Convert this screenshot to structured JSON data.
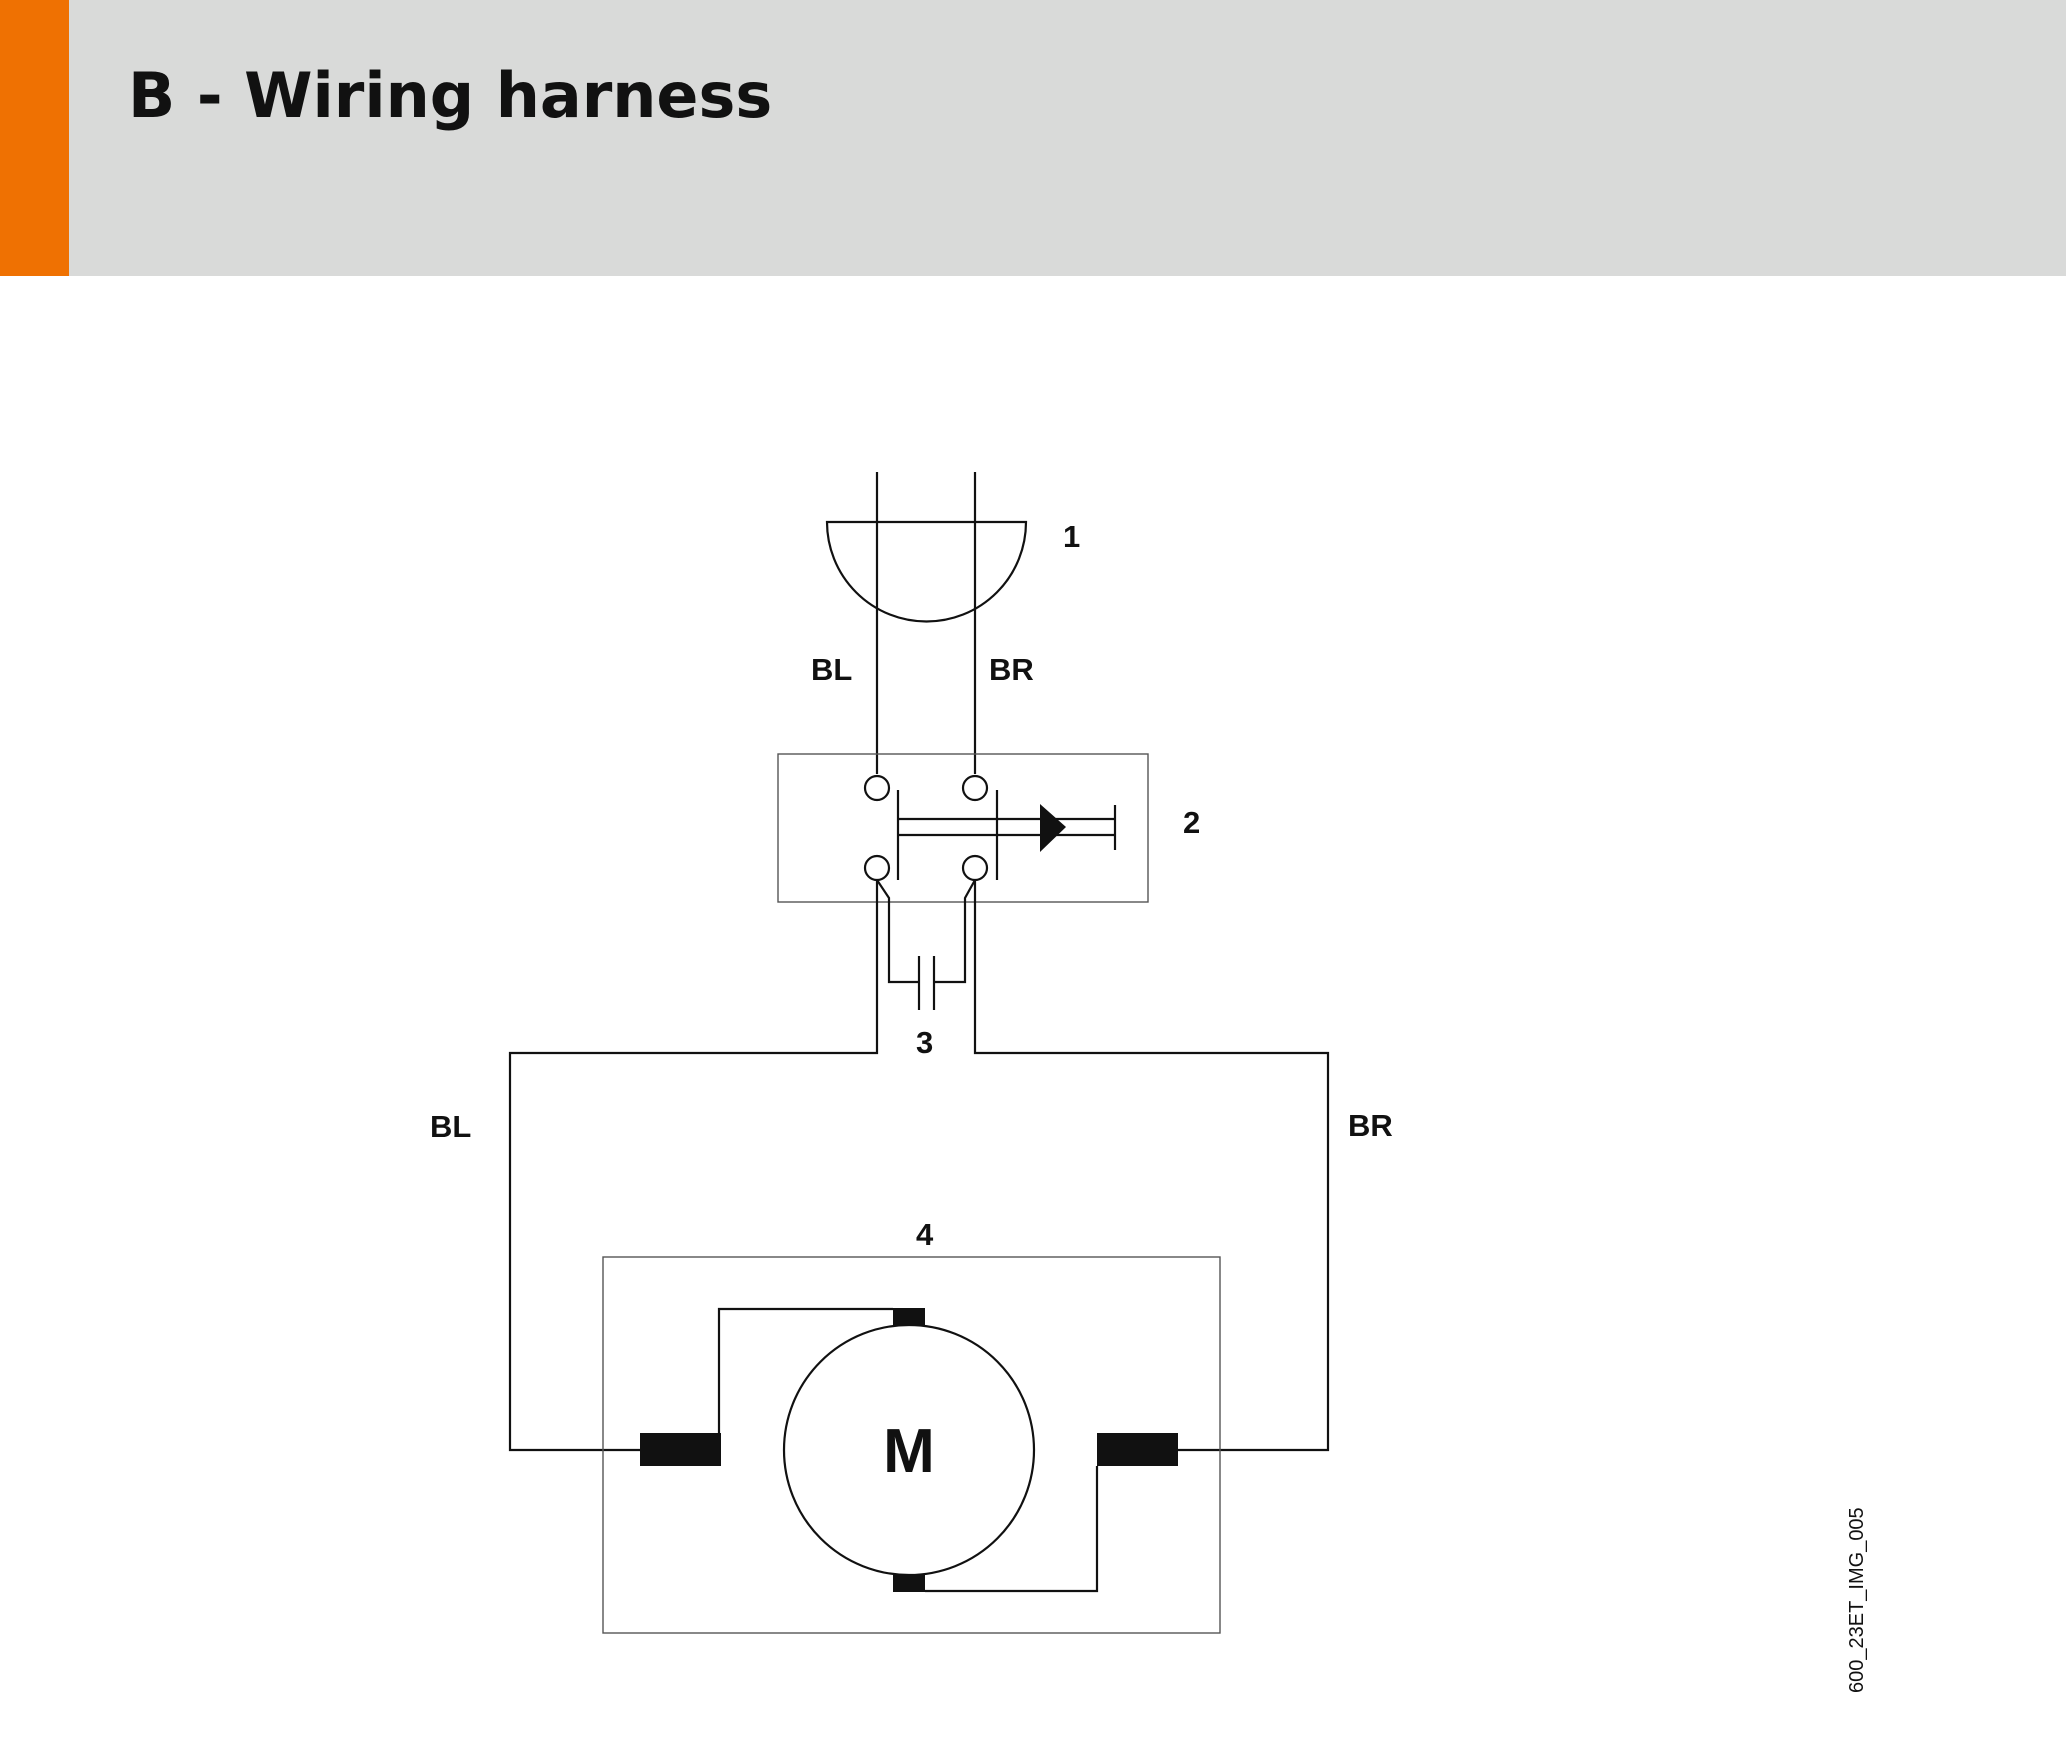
{
  "header": {
    "title": "B - Wiring harness",
    "accent_color": "#ef7102",
    "background_color": "#d9dad9"
  },
  "diagram": {
    "connector_label": "1",
    "switch_label": "2",
    "capacitor_label": "3",
    "motor_unit_label": "4",
    "motor_symbol": "M",
    "upper_wire_left": "BL",
    "upper_wire_right": "BR",
    "lower_wire_left": "BL",
    "lower_wire_right": "BR",
    "image_id": "600_23ET_IMG_005"
  }
}
